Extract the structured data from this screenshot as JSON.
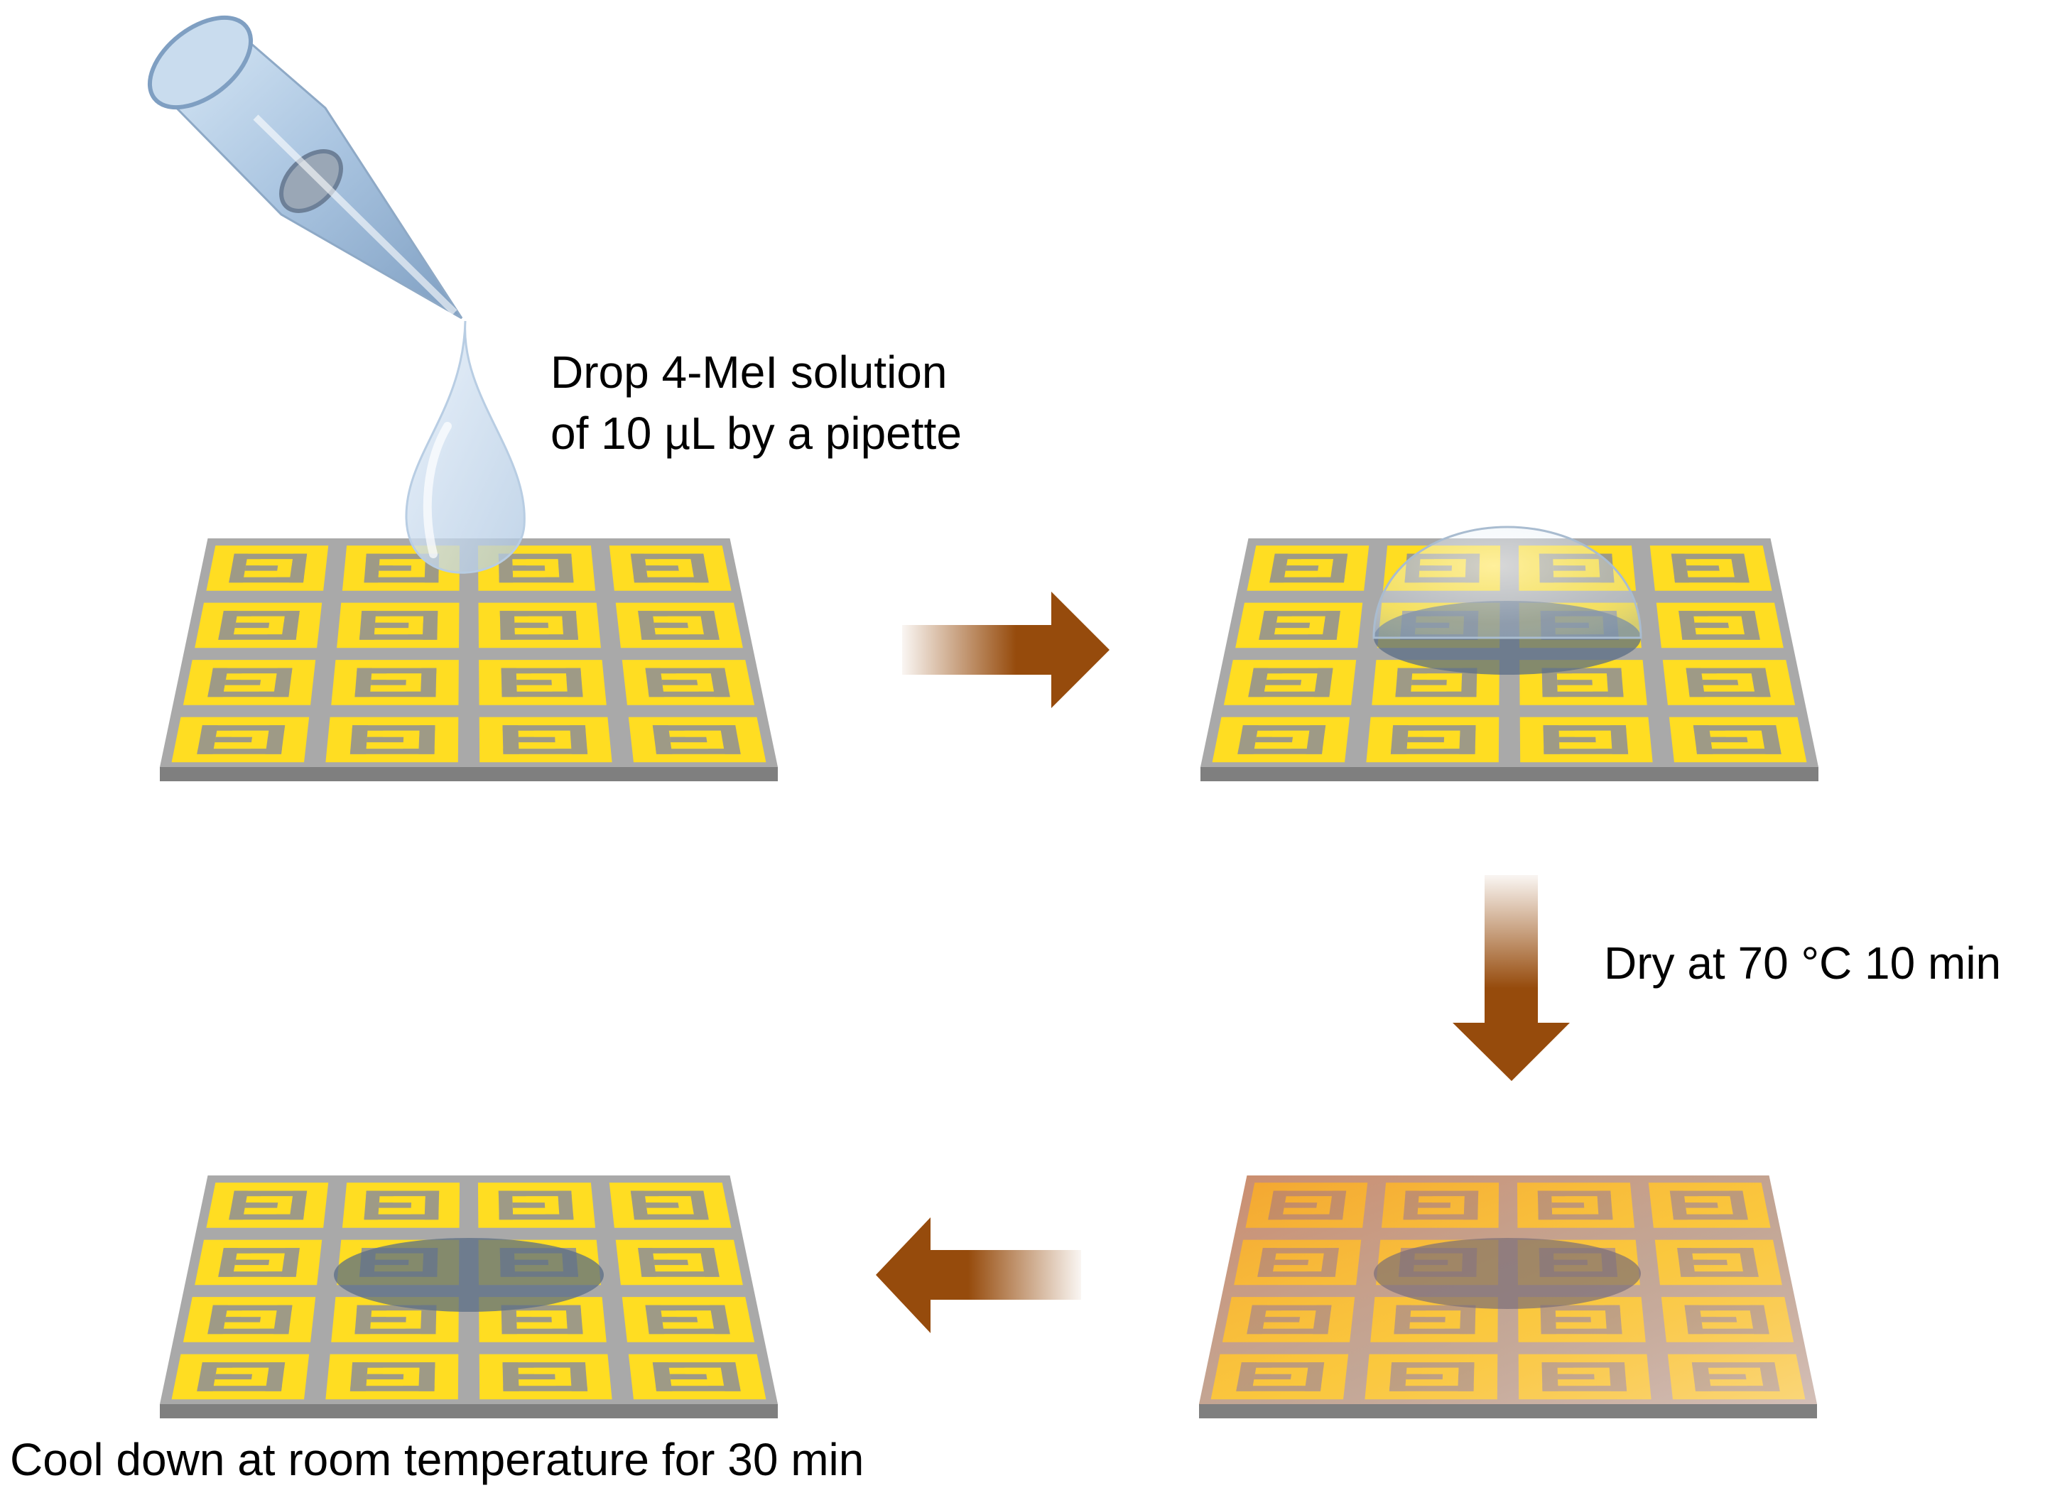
{
  "steps": {
    "drop": {
      "line1": "Drop 4-MeI solution",
      "line2": "of 10 µL by a pipette"
    },
    "dry": "Dry at 70 °C 10 min",
    "cool": "Cool down at room temperature for 30 min"
  },
  "colors": {
    "electrode_gold": "#FFDD22",
    "grid_gray": "#A9A9A9",
    "substrate_edge": "#7F7F7F",
    "droplet": "#BDD7EE",
    "film_spot": "#5B6E86",
    "heated_tint": "#E89A5A",
    "arrow_brown": "#964B0C"
  },
  "icons": {
    "pipette": "pipette-icon",
    "droplet": "droplet-icon",
    "arrow_right": "arrow-right-icon",
    "arrow_down": "arrow-down-icon",
    "arrow_left": "arrow-left-icon"
  }
}
